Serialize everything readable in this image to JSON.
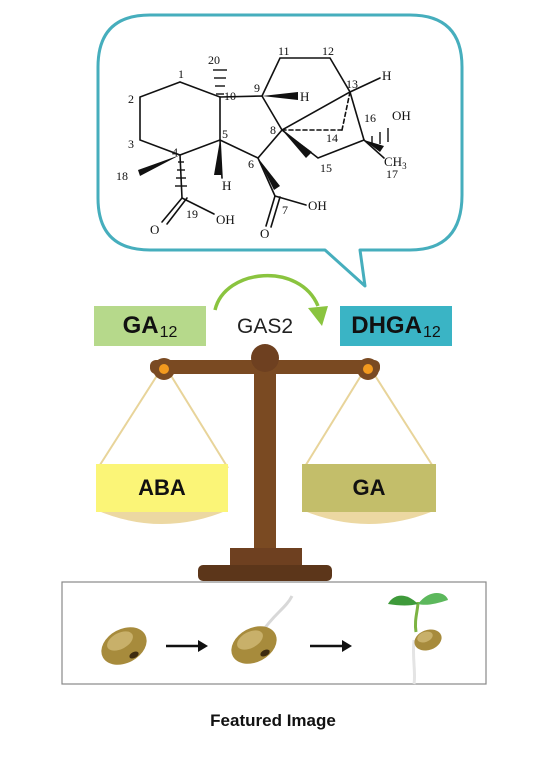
{
  "structure": {
    "atom_numbers": [
      "1",
      "2",
      "3",
      "4",
      "5",
      "6",
      "7",
      "8",
      "9",
      "10",
      "11",
      "12",
      "13",
      "14",
      "15",
      "16",
      "17",
      "18",
      "19",
      "20"
    ],
    "oh_labels": [
      "OH",
      "OH",
      "OH"
    ],
    "h_labels": [
      "H",
      "H",
      "H"
    ],
    "oxygen_labels": [
      "O",
      "O"
    ],
    "methyl_label": "CH",
    "methyl_subscript": "3"
  },
  "balance": {
    "substrate": "GA",
    "substrate_sub": "12",
    "enzyme": "GAS2",
    "product": "DHGA",
    "product_sub": "12",
    "left_pan": "ABA",
    "right_pan": "GA"
  },
  "caption": "Featured Image",
  "colors": {
    "bubble_border": "#46aebd",
    "substrate_box": "#b6d98b",
    "product_box": "#3ab4c5",
    "arrow": "#8ac43f",
    "beam": "#7a4a22",
    "pivot": "#f39a1e",
    "aba_box": "#fbf577",
    "ga_box": "#c3be6a",
    "pan": "#ecd8a2"
  },
  "icons": [
    "seed-icon",
    "germinating-seed-icon",
    "seedling-icon",
    "right-arrow-icon"
  ]
}
